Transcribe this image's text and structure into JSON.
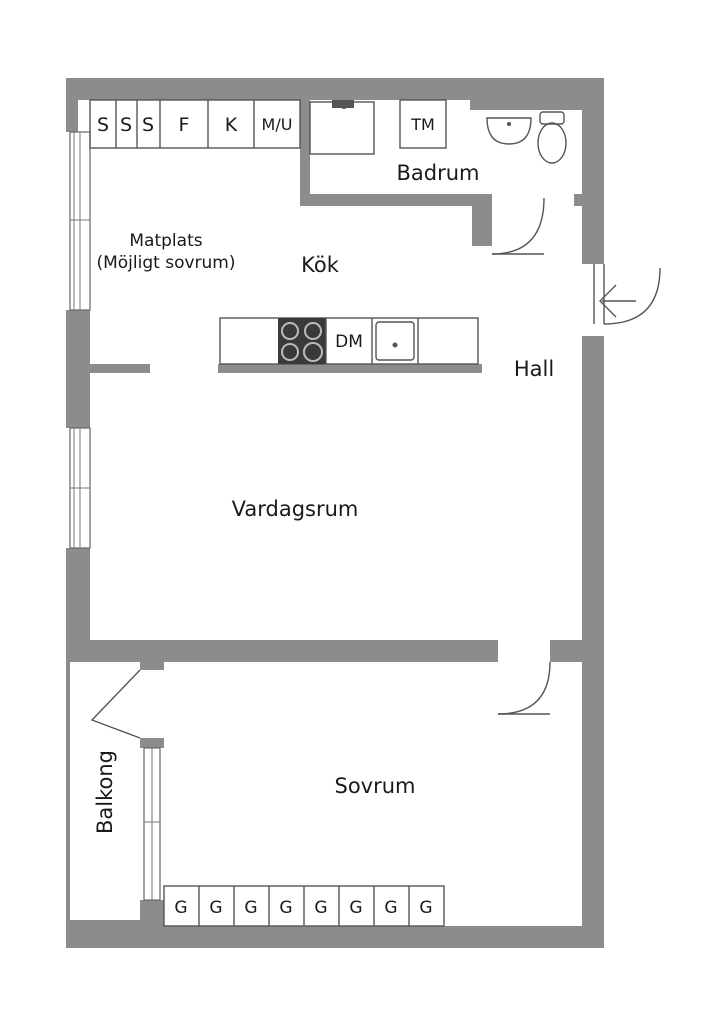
{
  "rooms": {
    "badrum": "Badrum",
    "matplats_line1": "Matplats",
    "matplats_line2": "(Möjligt sovrum)",
    "kok": "Kök",
    "hall": "Hall",
    "vardagsrum": "Vardagsrum",
    "sovrum": "Sovrum",
    "balkong": "Balkong"
  },
  "kitchen_units": [
    "S",
    "S",
    "S",
    "F",
    "K",
    "M/U"
  ],
  "bathroom_units": {
    "tm": "TM"
  },
  "island": {
    "dm": "DM"
  },
  "wardrobes": [
    "G",
    "G",
    "G",
    "G",
    "G",
    "G",
    "G",
    "G"
  ],
  "colors": {
    "wall": "#8c8c8c",
    "line": "#555555",
    "text": "#1a1a1a"
  },
  "icons": {
    "entrance": "arrow-left-icon"
  }
}
